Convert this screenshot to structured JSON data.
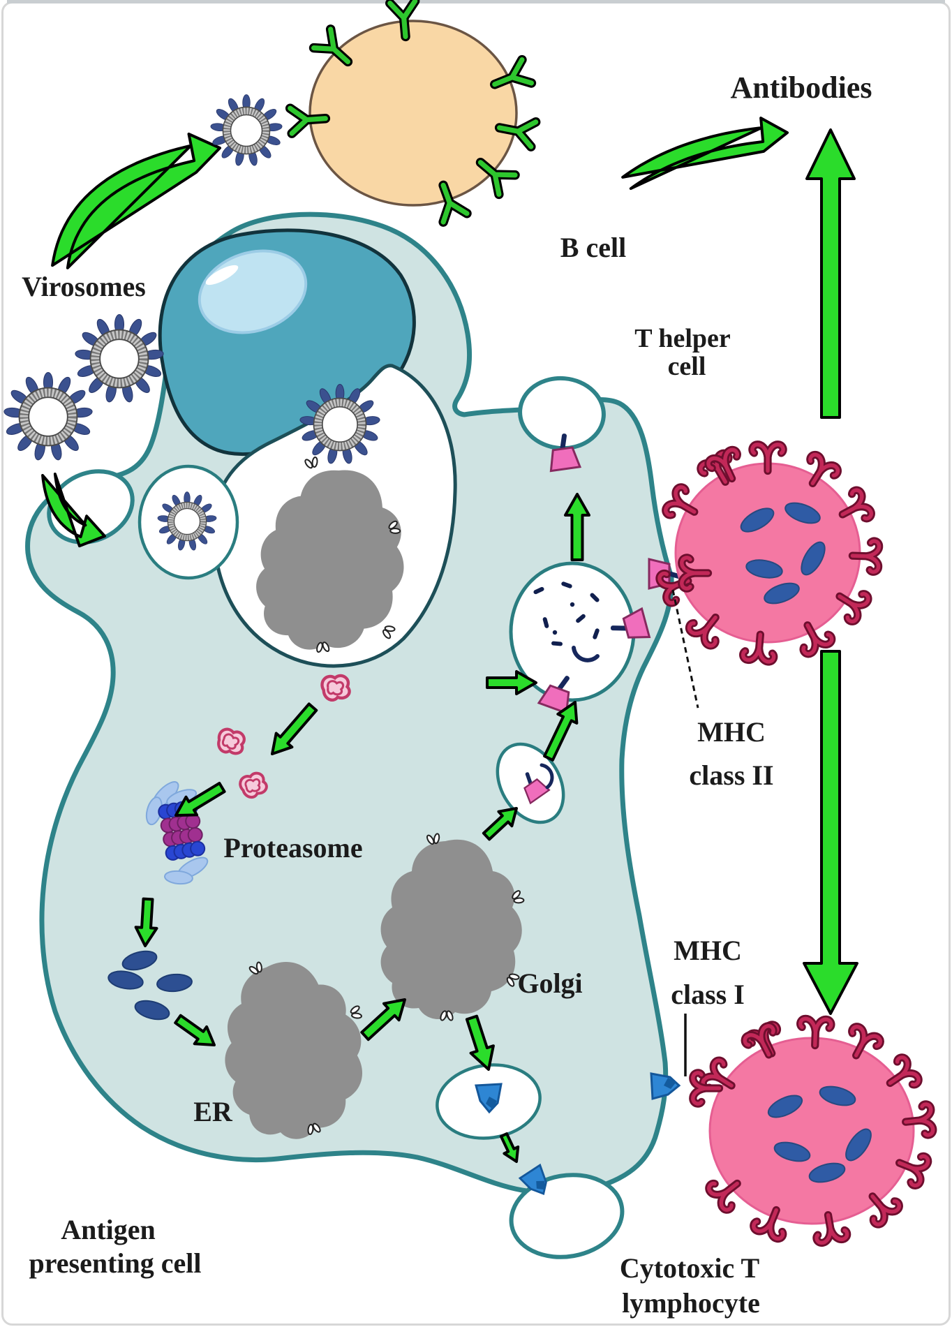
{
  "diagram": {
    "labels": {
      "virosomes": "Virosomes",
      "b_cell": "B cell",
      "antibodies": "Antibodies",
      "t_helper_1": "T helper",
      "t_helper_2": "cell",
      "mhc_class_2_1": "MHC",
      "mhc_class_2_2": "class II",
      "proteasome": "Proteasome",
      "golgi": "Golgi",
      "er": "ER",
      "mhc_class_1_1": "MHC",
      "mhc_class_1_2": "class I",
      "apc_1": "Antigen",
      "apc_2": "presenting cell",
      "ctl_1": "Cytotoxic T",
      "ctl_2": "lymphocyte"
    },
    "colors": {
      "arrow_green": "#2bdc2b",
      "apc_cytoplasm": "#cfe3e2",
      "apc_membrane": "#2e8389",
      "nucleus_fill": "#4fa6bc",
      "nucleolus_fill": "#bfe3f2",
      "b_cell_fill": "#f9d7a5",
      "t_cell_fill": "#f478a3",
      "t_cell_receptor": "#c22858",
      "b_cell_receptor_green": "#2ec62e",
      "organelle_gray": "#8f8f8f",
      "mhc_class_ii_pink": "#f06ebc",
      "mhc_class_i_blue": "#2e86d4",
      "peptide_navy": "#2d4f92",
      "virosome_spike_blue": "#3b518f",
      "proteasome_blue": "#2946d2",
      "proteasome_magenta": "#a03090",
      "label_text": "#1b1b1b"
    },
    "entities": [
      "Virosomes",
      "B cell",
      "Antibodies",
      "T helper cell",
      "Antigen presenting cell",
      "MHC class II",
      "MHC class I",
      "Proteasome",
      "ER",
      "Golgi",
      "Cytotoxic T lymphocyte"
    ]
  }
}
